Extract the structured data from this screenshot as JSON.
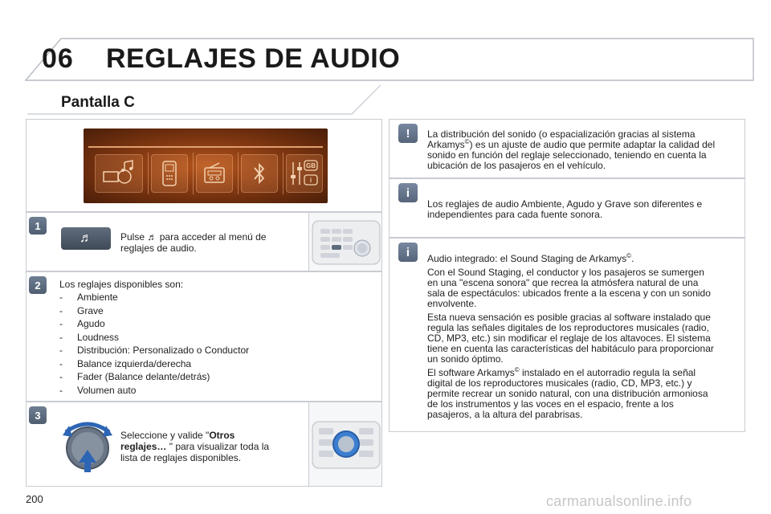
{
  "header": {
    "chapter_number": "06",
    "chapter_title": "REGLAJES DE AUDIO"
  },
  "section": {
    "title": "Pantalla C"
  },
  "screen": {
    "icons": [
      "media-sources-icon",
      "phone-icon",
      "radio-icon",
      "bluetooth-icon",
      "settings-equalizer-icon"
    ],
    "flag_label": "GB",
    "settings_badge": "i"
  },
  "step1": {
    "badge": "1",
    "text_pre": "Pulse",
    "text_post": "para acceder al menú de",
    "text_line2": "reglajes de audio.",
    "button_glyph": "♬"
  },
  "step2": {
    "badge": "2",
    "intro": "Los reglajes disponibles son:",
    "items": [
      "Ambiente",
      "Grave",
      "Agudo",
      "Loudness",
      "Distribución: Personalizado o Conductor",
      "Balance izquierda/derecha",
      "Fader (Balance delante/detrás)",
      "Volumen auto"
    ]
  },
  "step3": {
    "badge": "3",
    "line1_pre": "Seleccione y valide \"",
    "line1_bold": "Otros",
    "line2_bold": "reglajes…",
    "line2_post": "\" para visualizar toda la",
    "line3": "lista de reglajes disponibles."
  },
  "notes": {
    "warning_glyph": "!",
    "info_glyph": "i",
    "n1": {
      "l1": "La distribución del sonido (o espacialización gracias al sistema",
      "l2_pre": "Arkamys",
      "l2_sup": "©",
      "l2_post": ") es un ajuste de audio que permite adaptar la calidad del",
      "l3": "sonido en función del reglaje seleccionado, teniendo en cuenta la",
      "l4": "ubicación de los pasajeros en el vehículo."
    },
    "n2": {
      "l1": "Los reglajes de audio Ambiente, Agudo y Grave son diferentes e",
      "l2": "independientes para cada fuente sonora."
    },
    "n3": {
      "p1_pre": "Audio integrado: el Sound Staging de Arkamys",
      "p1_sup": "©",
      "p1_post": ".",
      "p2": [
        "Con el Sound Staging, el conductor y los pasajeros se sumergen",
        "en una \"escena sonora\" que recrea la atmósfera natural de una",
        "sala de espectáculos: ubicados frente a la escena y con un sonido",
        "envolvente."
      ],
      "p3": [
        "Esta nueva sensación es posible gracias al software instalado que",
        "regula las señales digitales de los reproductores musicales (radio,",
        "CD, MP3, etc.) sin modificar el reglaje de los altavoces. El sistema",
        "tiene en cuenta las características del habitáculo para proporcionar",
        "un sonido óptimo."
      ],
      "p4_l1_pre": "El software Arkamys",
      "p4_l1_sup": "©",
      "p4_l1_post": " instalado en el autorradio regula la señal",
      "p4": [
        "digital de los reproductores musicales (radio, CD, MP3, etc.) y",
        "permite recrear un sonido natural, con una distribución armoniosa",
        "de los instrumentos y las voces en el espacio, frente a los",
        "pasajeros, a la altura del parabrisas."
      ]
    }
  },
  "footer": {
    "page_number": "200",
    "watermark": "carmanualsonline.info"
  },
  "colors": {
    "screen_orange": "#b4541c",
    "badge_blue": "#5a6a7e",
    "border": "#c9ccd2"
  }
}
